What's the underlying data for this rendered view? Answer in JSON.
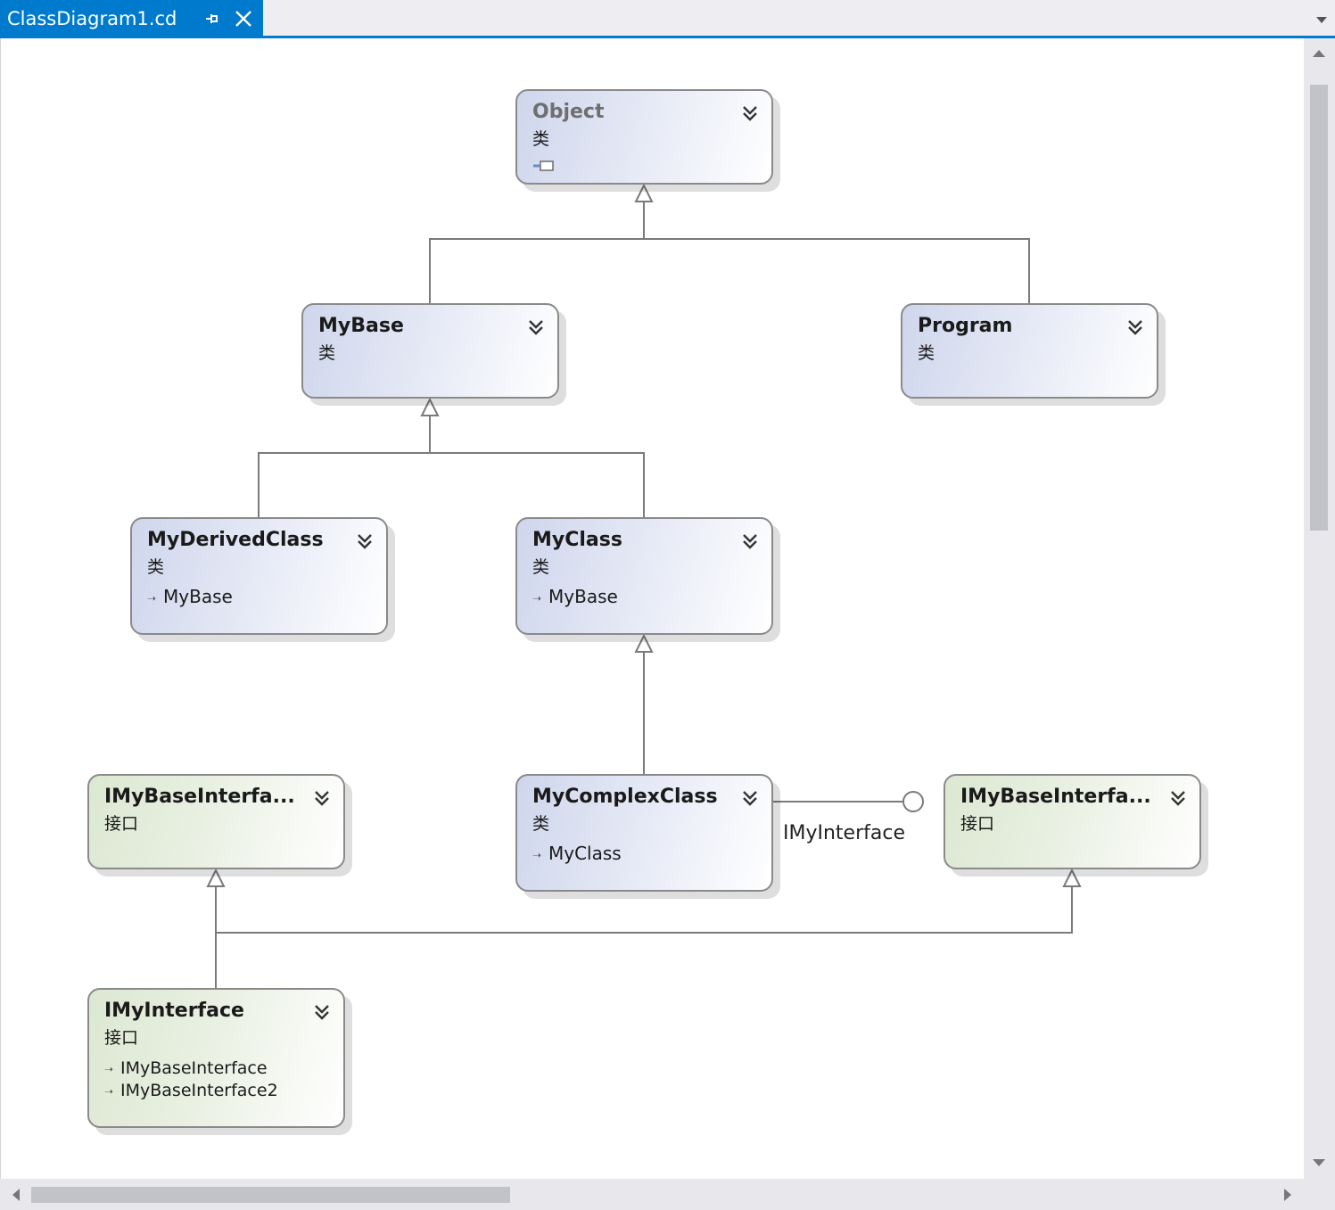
{
  "tab": {
    "title": "ClassDiagram1.cd",
    "active_color": "#007acc"
  },
  "icons": {
    "pin": "pin-icon",
    "close": "close-icon",
    "dropdown": "chevron-down-icon",
    "expand": "double-chevron-down-icon"
  },
  "colors": {
    "class_fill_start": "#cfd6ec",
    "interface_fill_start": "#dce8d2",
    "border": "#8a8a8a",
    "connector": "#7a7a7a"
  },
  "shapes": {
    "object": {
      "name": "Object",
      "kind": "类"
    },
    "mybase": {
      "name": "MyBase",
      "kind": "类"
    },
    "program": {
      "name": "Program",
      "kind": "类"
    },
    "myderived": {
      "name": "MyDerivedClass",
      "kind": "类",
      "base": "MyBase"
    },
    "myclass": {
      "name": "MyClass",
      "kind": "类",
      "base": "MyBase"
    },
    "mycomplex": {
      "name": "MyComplexClass",
      "kind": "类",
      "base": "MyClass"
    },
    "imybase1": {
      "name": "IMyBaseInterfa...",
      "kind": "接口"
    },
    "imybase2": {
      "name": "IMyBaseInterfa...",
      "kind": "接口"
    },
    "imyinterface": {
      "name": "IMyInterface",
      "kind": "接口",
      "bases": [
        "IMyBaseInterface",
        "IMyBaseInterface2"
      ]
    }
  },
  "lollipop": {
    "label": "IMyInterface"
  }
}
